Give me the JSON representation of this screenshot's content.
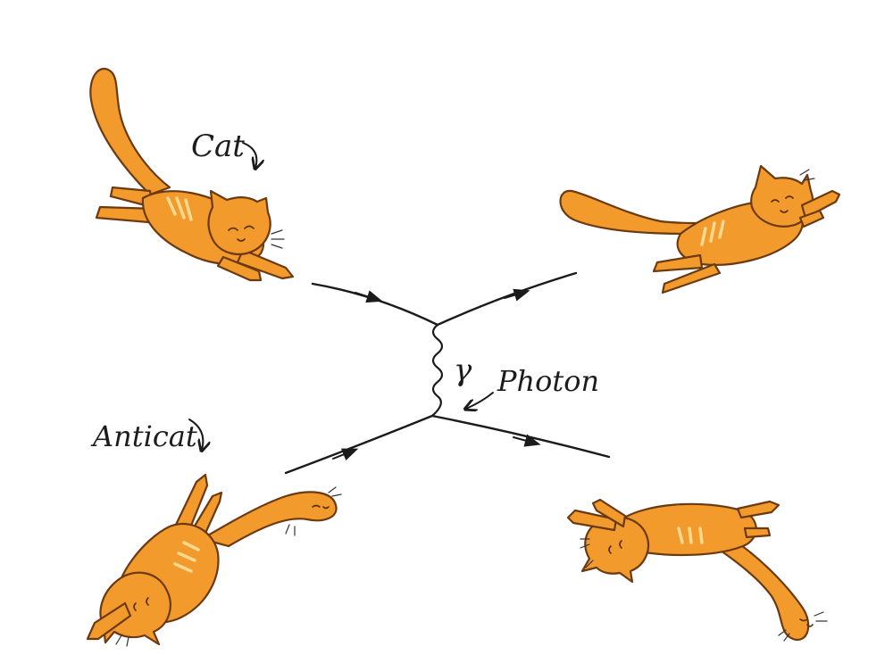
{
  "labels": {
    "cat": "Cat",
    "anticat": "Anticat",
    "photon_symbol": "γ",
    "photon": "Photon"
  },
  "colors": {
    "fur": "#f39a2c",
    "fur_outline": "#6b3a12",
    "stripes": "#ffd98f",
    "ink": "#1b1b1b",
    "background": "#ffffff"
  }
}
